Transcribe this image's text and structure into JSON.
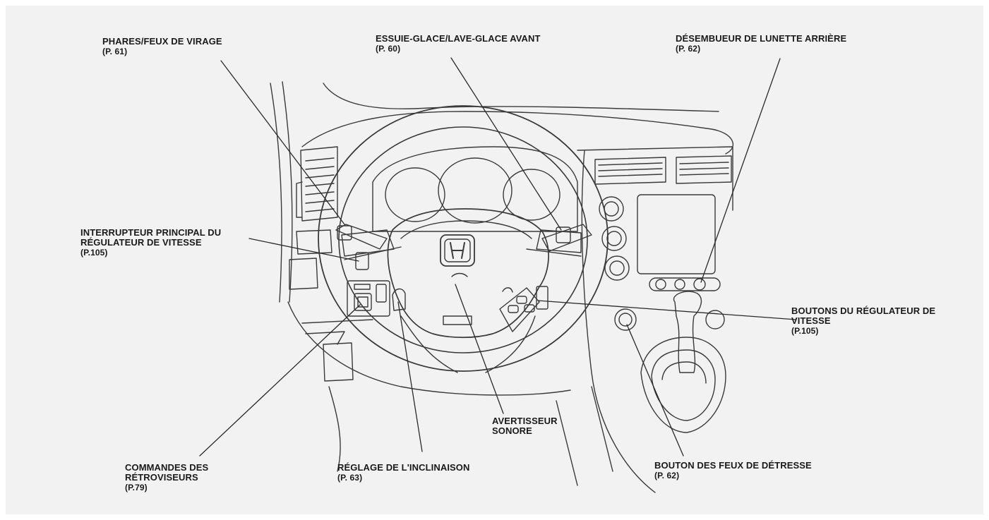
{
  "callouts": {
    "headlights": {
      "title": "PHARES/FEUX DE VIRAGE",
      "page": "(P. 61)"
    },
    "wipers": {
      "title": "ESSUIE-GLACE/LAVE-GLACE AVANT",
      "page": "(P. 60)"
    },
    "rear_defogger": {
      "title": "DÉSEMBUEUR DE LUNETTE ARRIÈRE",
      "page": "(P. 62)"
    },
    "cruise_main": {
      "line1": "INTERRUPTEUR PRINCIPAL DU",
      "line2": "RÉGULATEUR DE VITESSE",
      "page": "(P.105)"
    },
    "cruise_buttons": {
      "line1": "BOUTONS DU RÉGULATEUR DE",
      "line2": "VITESSE",
      "page": "(P.105)"
    },
    "horn": {
      "line1": "AVERTISSEUR",
      "line2": "SONORE"
    },
    "mirrors": {
      "line1": "COMMANDES DES",
      "line2": "RÉTROVISEURS",
      "page": "(P.79)"
    },
    "tilt": {
      "title": "RÉGLAGE DE L'INCLINAISON",
      "page": "(P. 63)"
    },
    "hazard": {
      "title": "BOUTON DES FEUX DE DÉTRESSE",
      "page": "(P. 62)"
    }
  },
  "colors": {
    "background": "#f2f2f2",
    "line": "#3a3a3a",
    "text": "#1a1a1a"
  }
}
